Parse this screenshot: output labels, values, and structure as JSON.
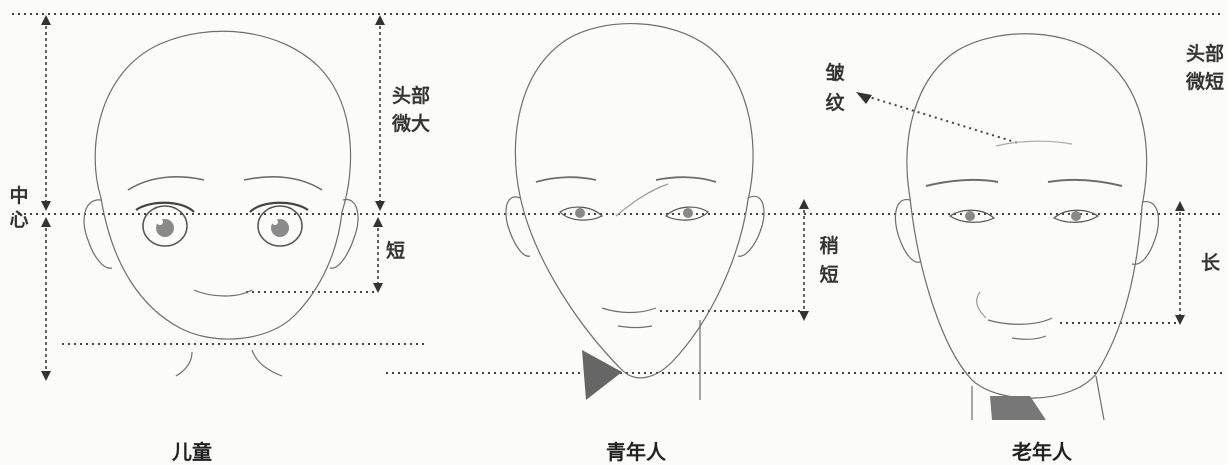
{
  "labels": {
    "center": "中心",
    "child_head": "头部微大",
    "child_short": "短",
    "youth_shorter": "稍短",
    "wrinkle": "皱纹",
    "elder_head": "头部微短",
    "elder_long": "长"
  },
  "captions": {
    "child": "儿童",
    "youth": "青年人",
    "elder": "老年人"
  }
}
